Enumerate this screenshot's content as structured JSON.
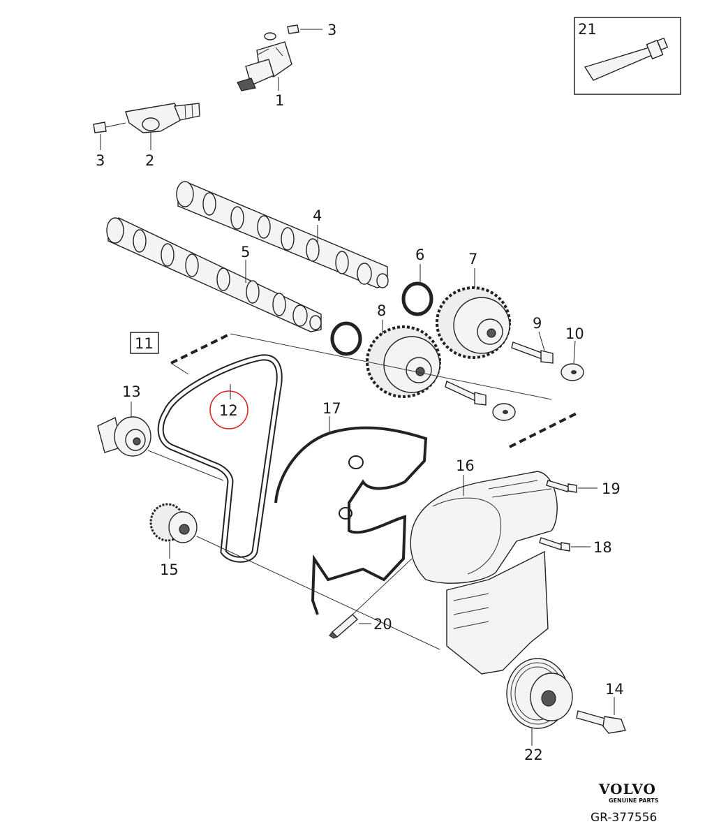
{
  "callouts": {
    "c1": "1",
    "c2": "2",
    "c3a": "3",
    "c3b": "3",
    "c4": "4",
    "c5": "5",
    "c6": "6",
    "c7": "7",
    "c8": "8",
    "c9": "9",
    "c10": "10",
    "c11": "11",
    "c12": "12",
    "c13": "13",
    "c14": "14",
    "c15": "15",
    "c16": "16",
    "c17": "17",
    "c18": "18",
    "c19": "19",
    "c20": "20",
    "c21": "21",
    "c22": "22"
  },
  "highlight": {
    "part": "12",
    "color": "#d9262b"
  },
  "branding": {
    "logo": "VOLVO",
    "tagline": "GENUINE PARTS",
    "reference": "GR-377556"
  }
}
